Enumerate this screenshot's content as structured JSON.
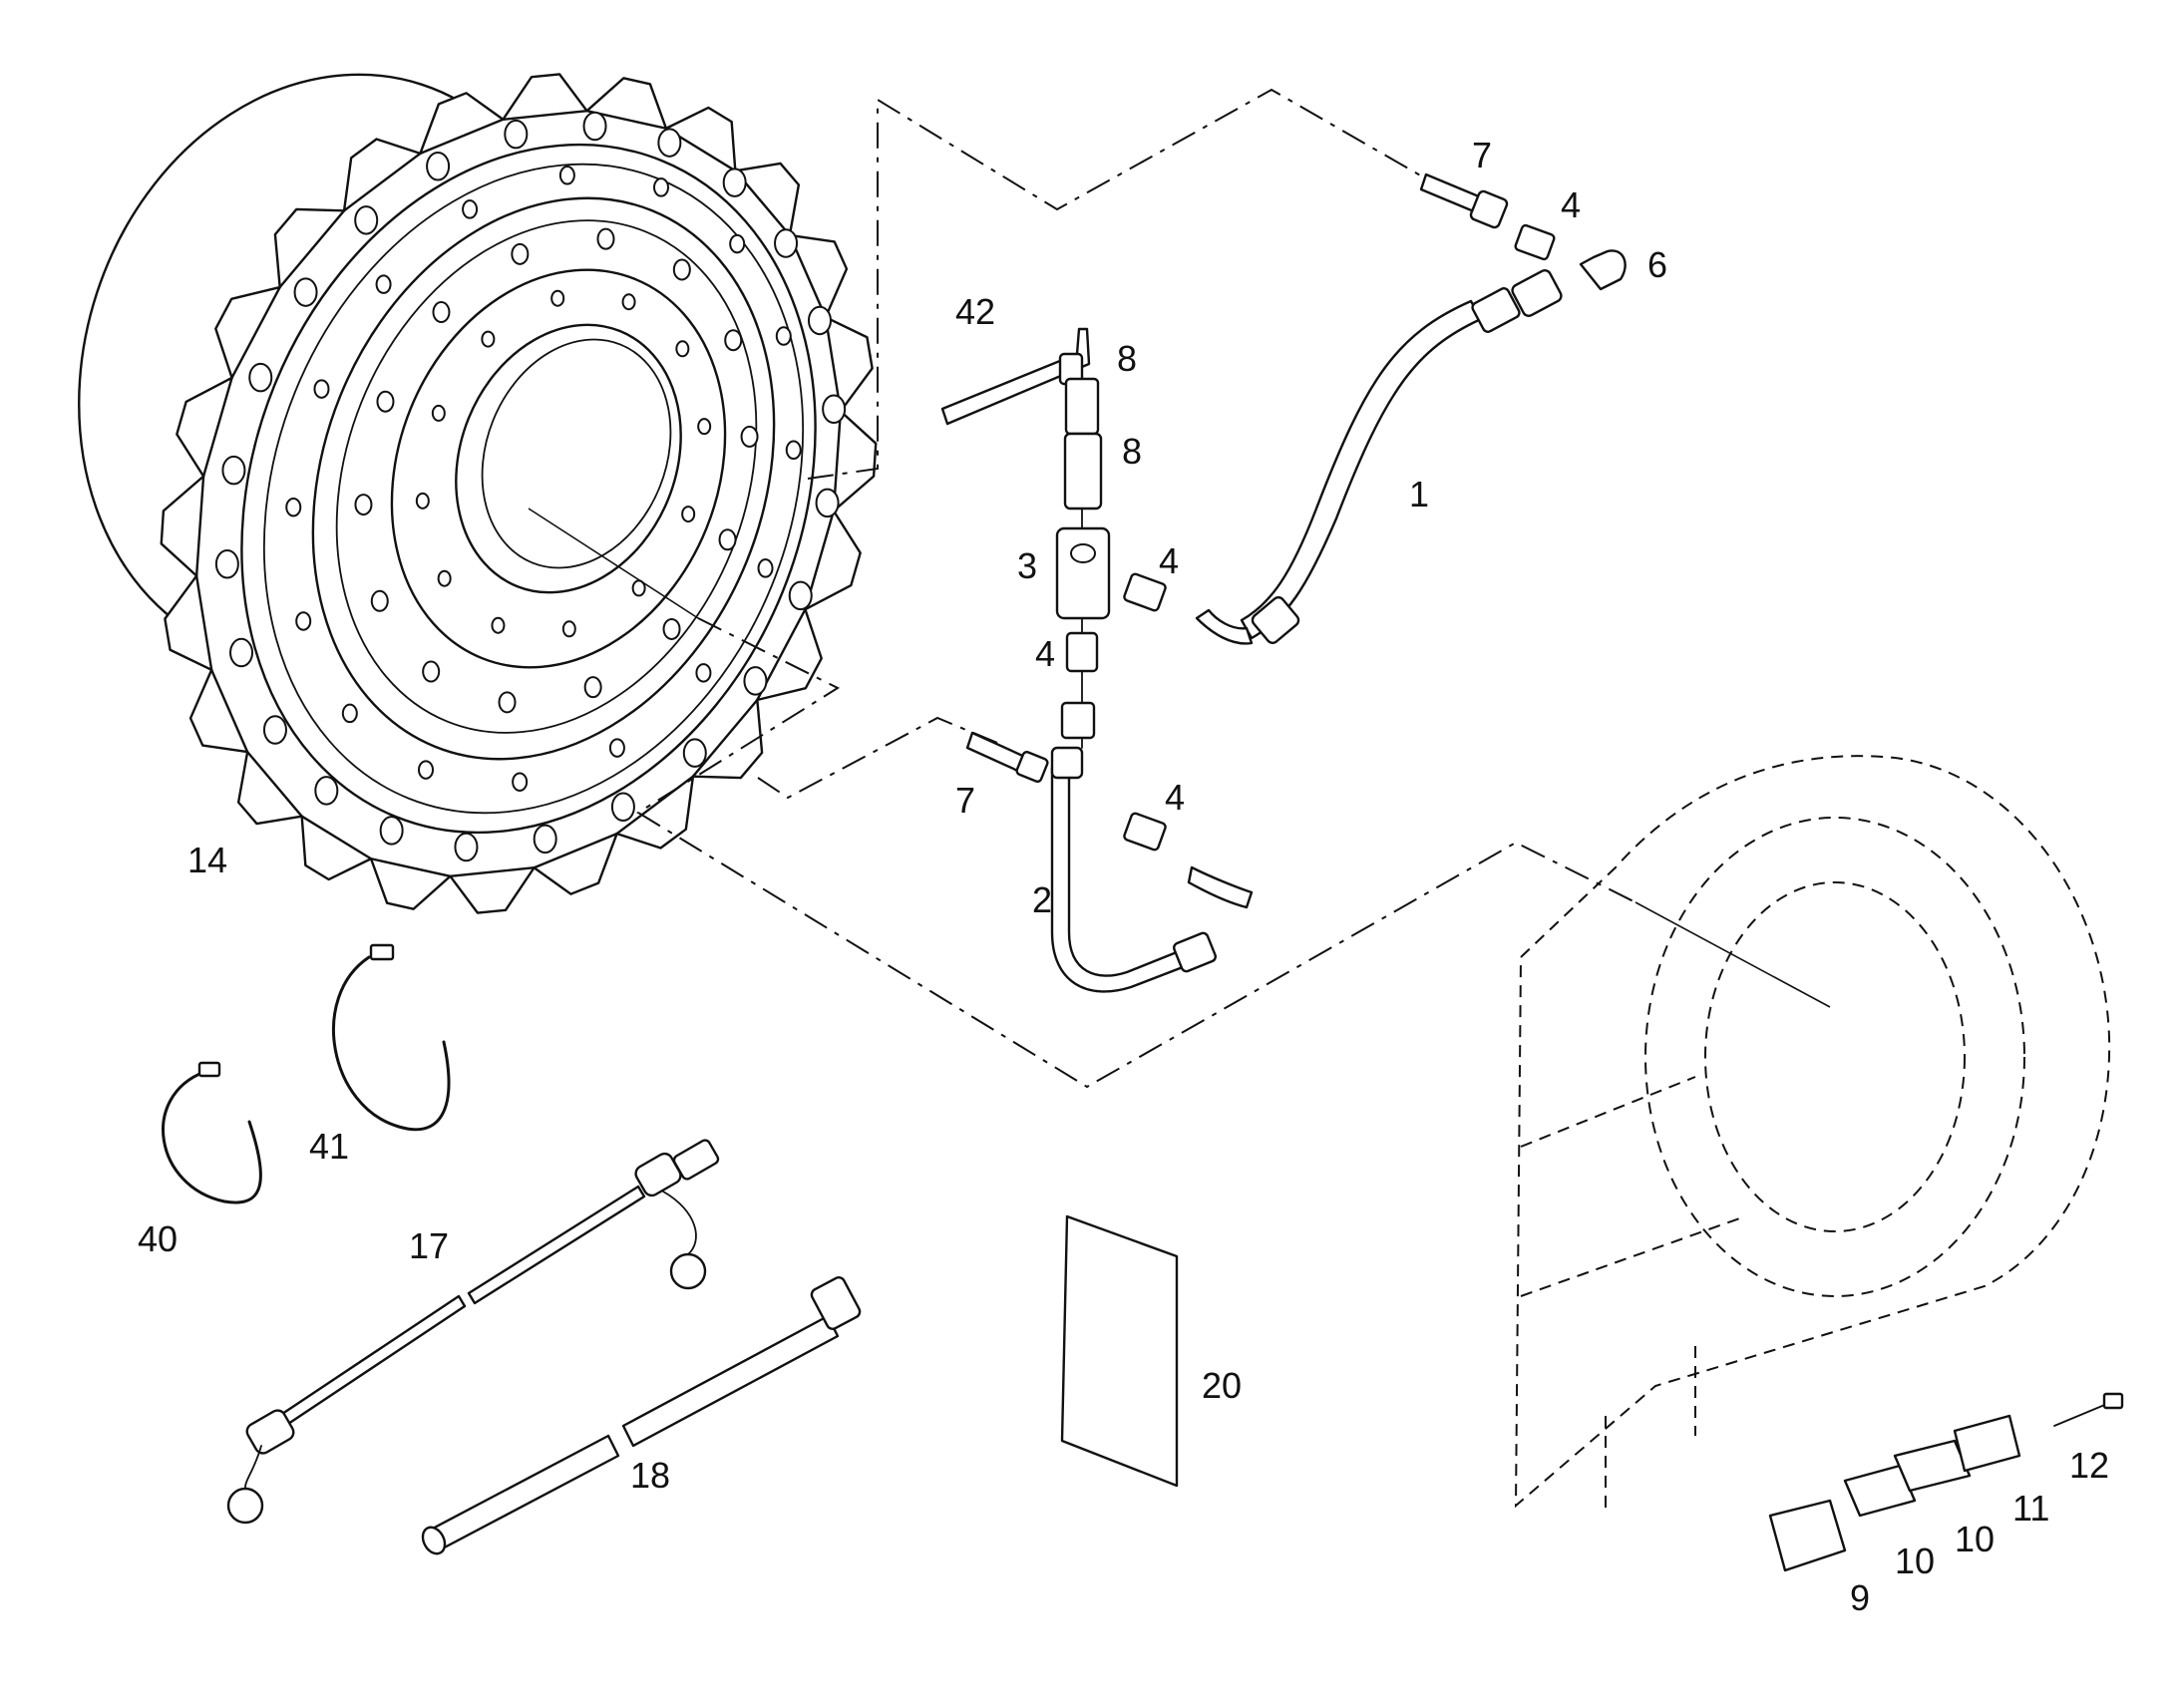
{
  "diagram": {
    "callouts": {
      "c7_top": "7",
      "c4_top": "4",
      "c6": "6",
      "c42": "42",
      "c8_a": "8",
      "c8_b": "8",
      "c1": "1",
      "c3": "3",
      "c4_mid": "4",
      "c4_low": "4",
      "c7_low": "7",
      "c4_hose2": "4",
      "c2": "2",
      "c14": "14",
      "c41": "41",
      "c40": "40",
      "c17": "17",
      "c18": "18",
      "c20": "20",
      "c12": "12",
      "c11": "11",
      "c10_a": "10",
      "c10_b": "10",
      "c9": "9"
    },
    "colors": {
      "line": "#111111",
      "background": "#ffffff"
    }
  }
}
